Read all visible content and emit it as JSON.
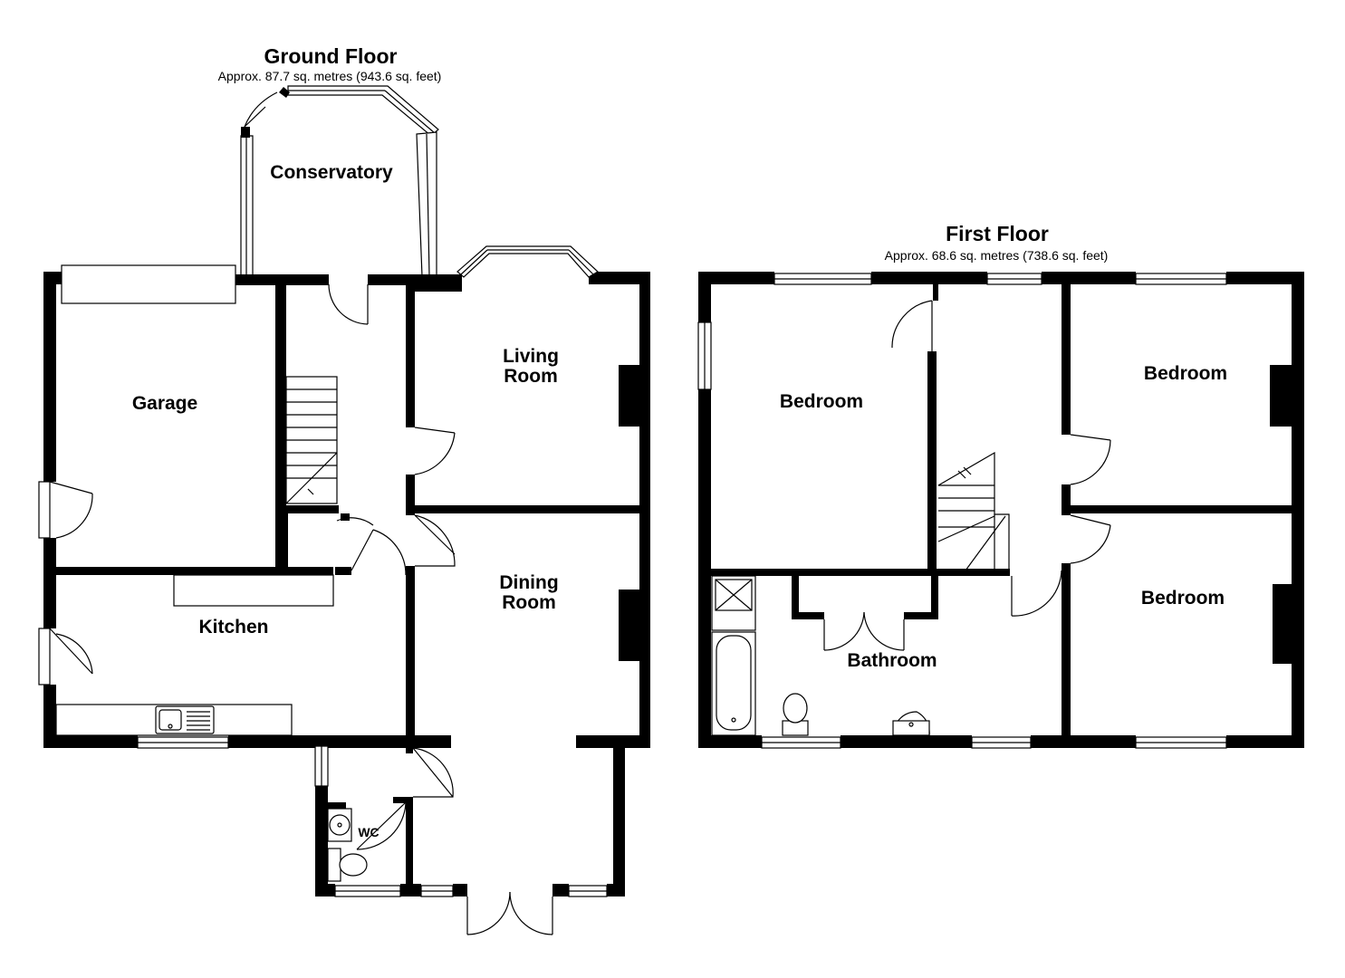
{
  "ground_floor": {
    "title": "Ground Floor",
    "area": "Approx. 87.7 sq. metres (943.6 sq. feet)",
    "rooms": {
      "conservatory": "Conservatory",
      "garage": "Garage",
      "living_room_line1": "Living",
      "living_room_line2": "Room",
      "dining_room_line1": "Dining",
      "dining_room_line2": "Room",
      "kitchen": "Kitchen",
      "wc": "WC"
    }
  },
  "first_floor": {
    "title": "First Floor",
    "area": "Approx. 68.6 sq. metres (738.6 sq. feet)",
    "rooms": {
      "bedroom_left": "Bedroom",
      "bedroom_top_right": "Bedroom",
      "bedroom_bottom_right": "Bedroom",
      "bathroom": "Bathroom"
    }
  },
  "colors": {
    "walls": "#000000",
    "background": "#ffffff"
  }
}
